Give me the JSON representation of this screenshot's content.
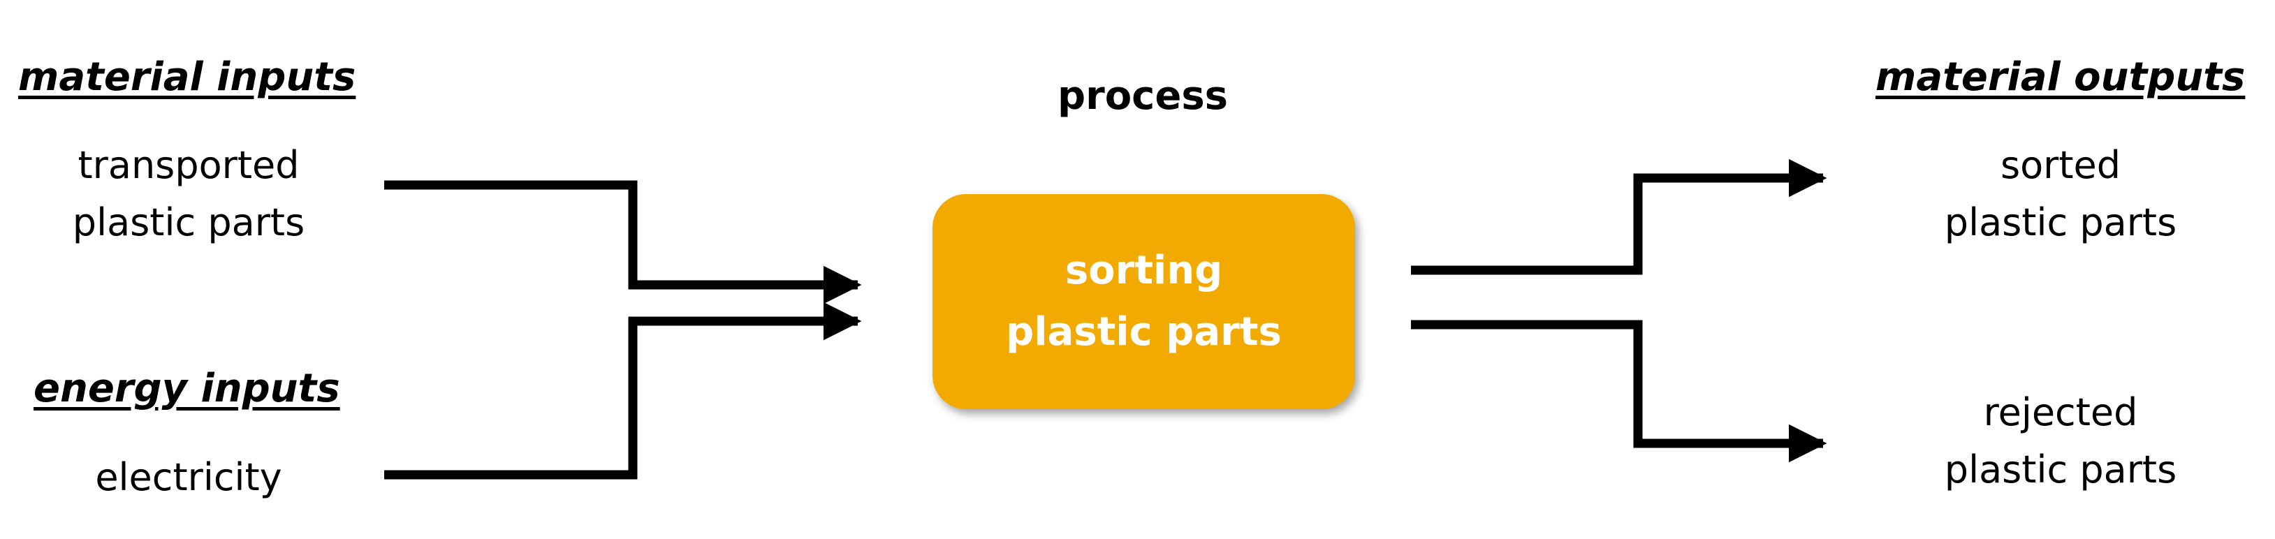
{
  "headings": {
    "material_inputs": "material inputs",
    "energy_inputs": "energy inputs",
    "process": "process",
    "material_outputs": "material outputs"
  },
  "inputs": {
    "material": [
      "transported",
      "plastic parts"
    ],
    "energy": [
      "electricity"
    ]
  },
  "process_box": {
    "lines": [
      "sorting",
      "plastic parts"
    ],
    "color": "#f2a900"
  },
  "outputs": {
    "sorted": [
      "sorted",
      "plastic parts"
    ],
    "rejected": [
      "rejected",
      "plastic parts"
    ]
  },
  "colors": {
    "arrow": "#000000",
    "text": "#000000",
    "box_text": "#ffffff"
  }
}
